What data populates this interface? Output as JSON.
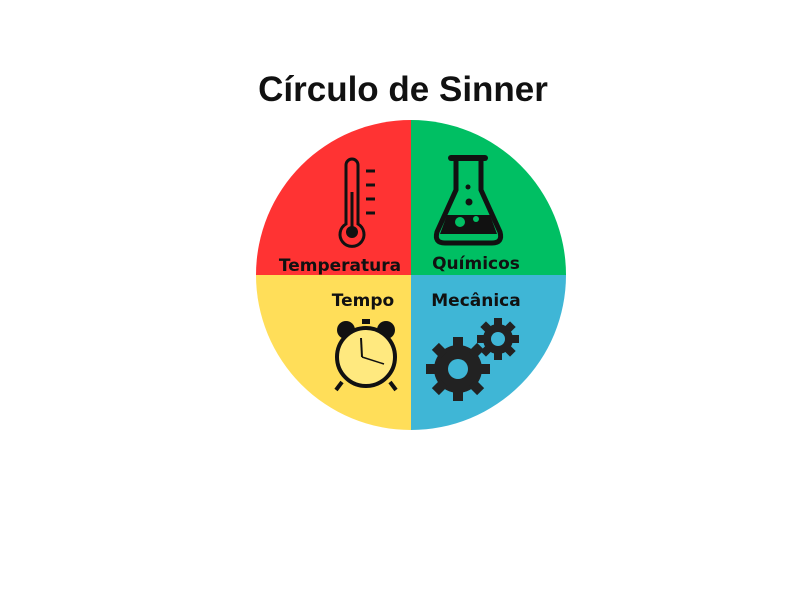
{
  "title": "Círculo de Sinner",
  "quadrants": [
    {
      "label": "Temperatura",
      "color": "#FF3333",
      "icon": "thermometer-icon"
    },
    {
      "label": "Químicos",
      "color": "#00BF63",
      "icon": "flask-icon"
    },
    {
      "label": "Tempo",
      "color": "#FFDE59",
      "icon": "alarm-clock-icon"
    },
    {
      "label": "Mecânica",
      "color": "#3FB6D6",
      "icon": "gears-icon"
    }
  ]
}
